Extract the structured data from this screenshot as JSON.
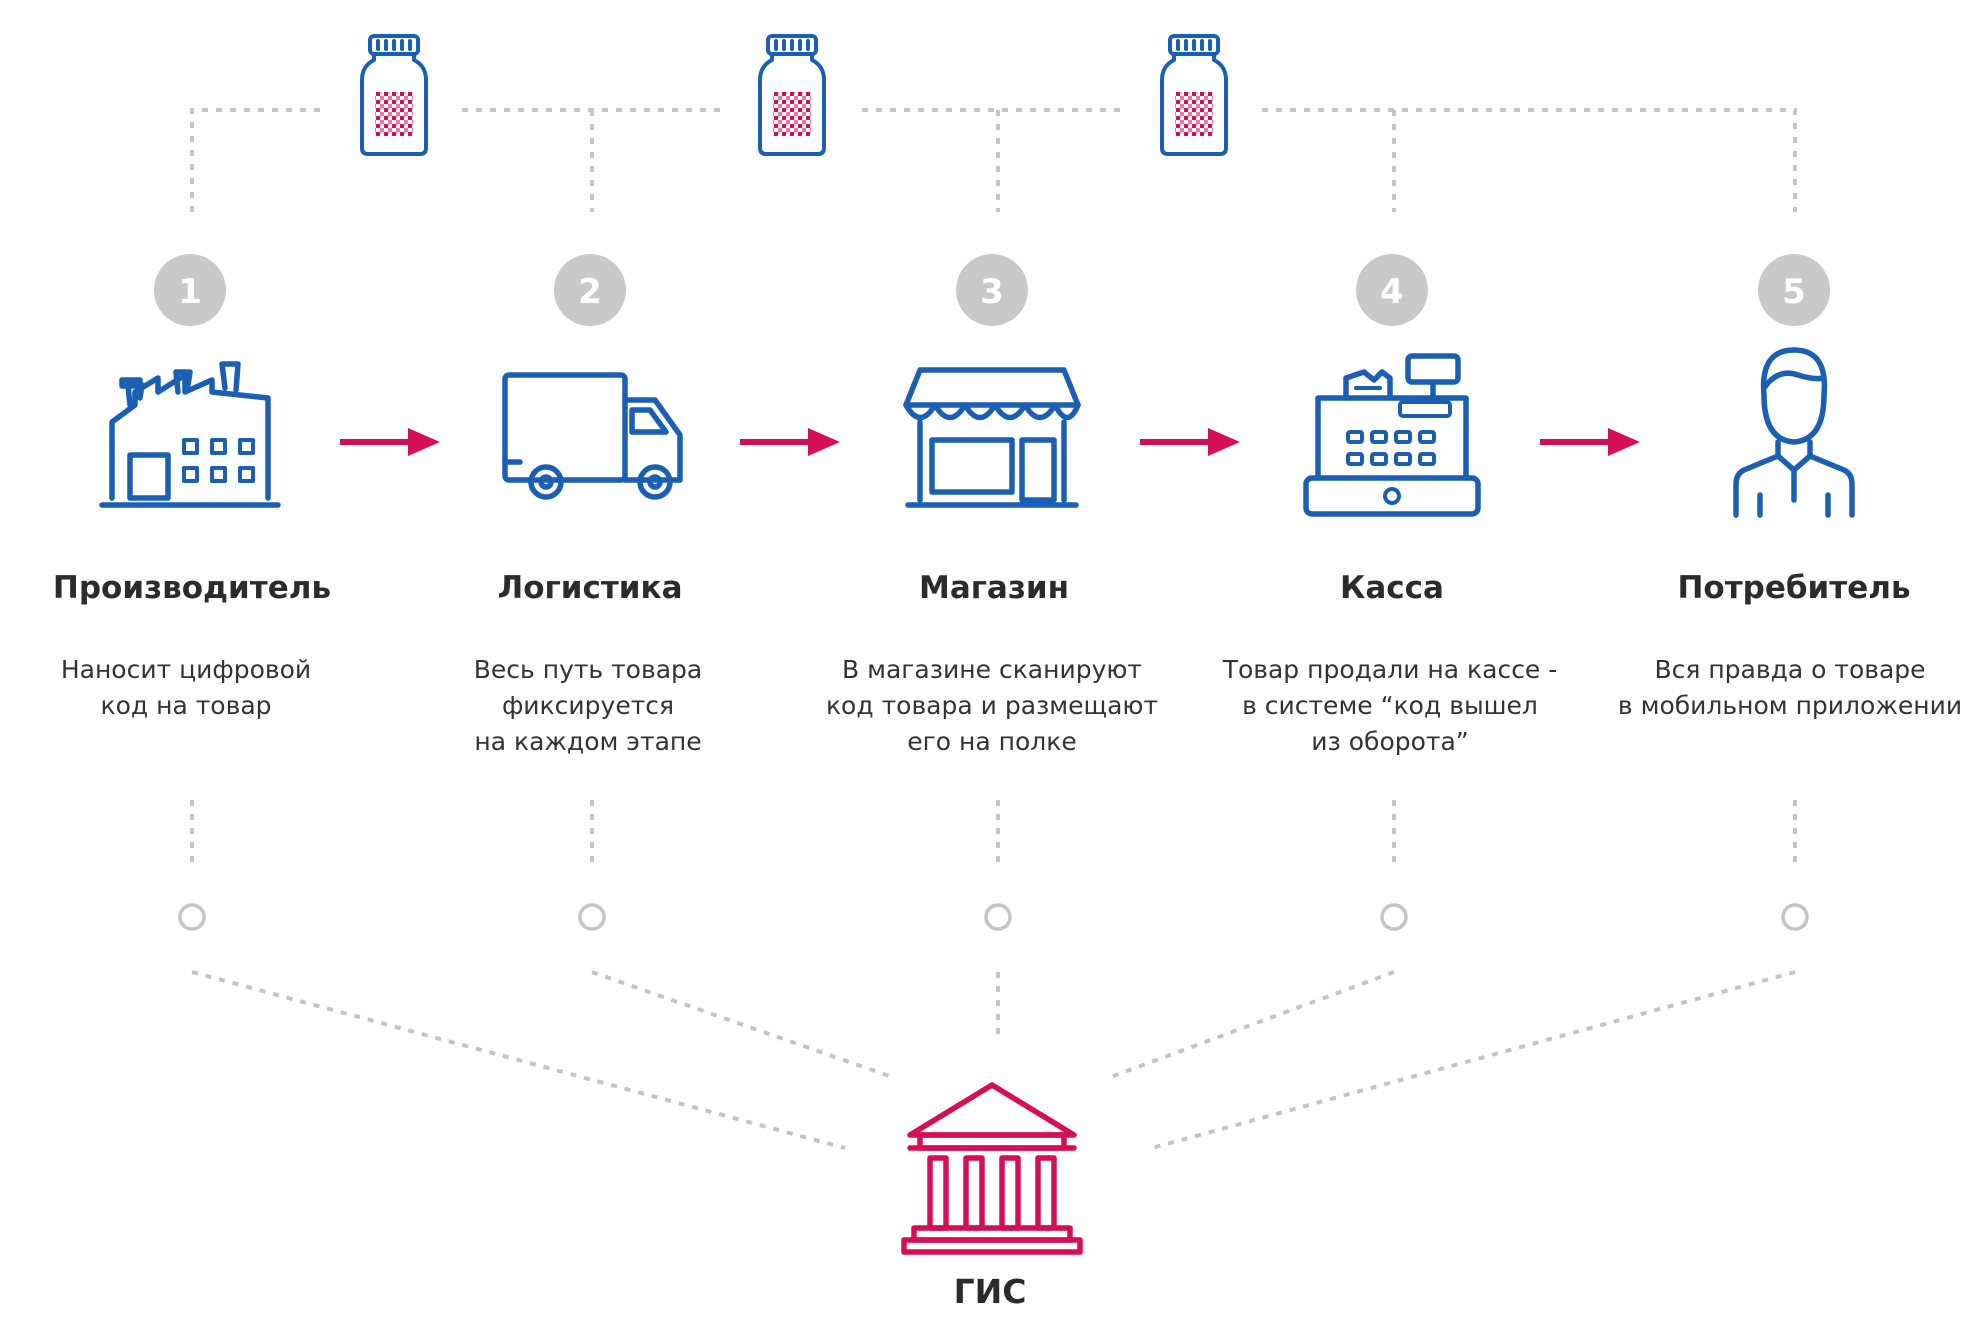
{
  "steps": [
    {
      "number": "1",
      "title": "Производитель",
      "desc": "Наносит цифровой\nкод на товар"
    },
    {
      "number": "2",
      "title": "Логистика",
      "desc": "Весь путь товара\nфиксируется\nна каждом этапе"
    },
    {
      "number": "3",
      "title": "Магазин",
      "desc": "В магазине сканируют\nкод товара и размещают\nего на полке"
    },
    {
      "number": "4",
      "title": "Касса",
      "desc": "Товар продали на кассе -\nв системе “код вышел\nиз оборота”"
    },
    {
      "number": "5",
      "title": "Потребитель",
      "desc": "Вся правда о товаре\nв мобильном приложении"
    }
  ],
  "center": {
    "title": "ГИС"
  },
  "icons": {
    "step_icons": [
      "factory-icon",
      "truck-icon",
      "store-icon",
      "cash-register-icon",
      "consumer-icon"
    ],
    "product_icon": "product-jar-with-datamatrix-icon",
    "center_icon": "government-building-icon"
  },
  "colors": {
    "primary_blue": "#1a5fb4",
    "accent_red": "#d40f57",
    "neutral_gray": "#c4c4c4"
  }
}
